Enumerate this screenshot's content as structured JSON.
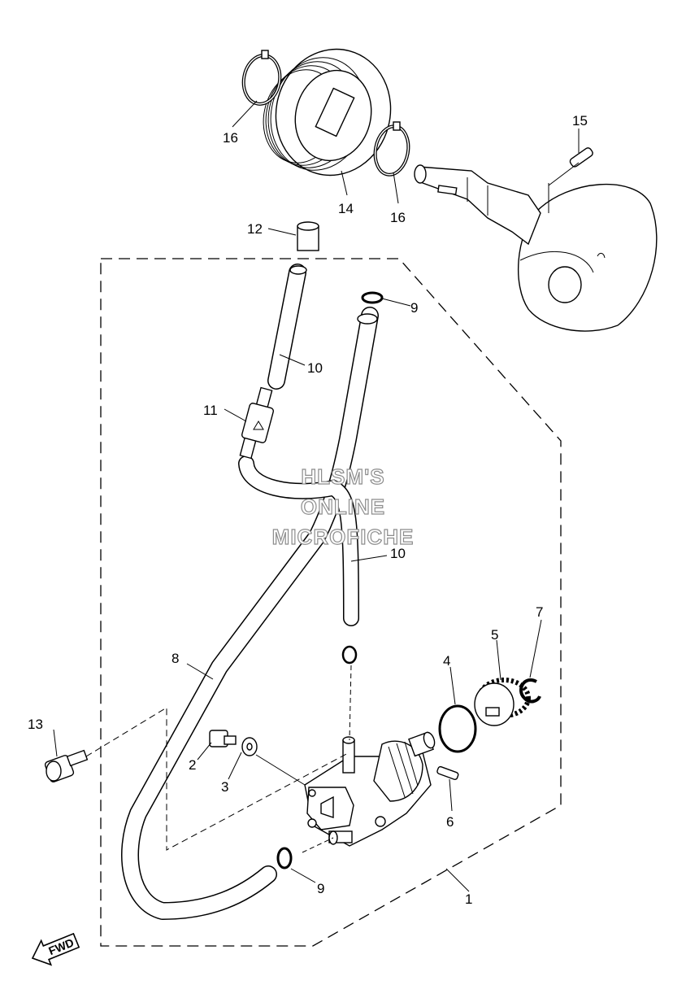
{
  "watermark": [
    "HLSM'S",
    "ONLINE",
    "MICROFICHE"
  ],
  "fwd_label": "FWD",
  "callouts": {
    "c1": "1",
    "c2": "2",
    "c3": "3",
    "c4": "4",
    "c5": "5",
    "c6": "6",
    "c7": "7",
    "c8": "8",
    "c9a": "9",
    "c9b": "9",
    "c10a": "10",
    "c10b": "10",
    "c11": "11",
    "c12": "12",
    "c13": "13",
    "c14": "14",
    "c15": "15",
    "c16a": "16",
    "c16b": "16"
  }
}
